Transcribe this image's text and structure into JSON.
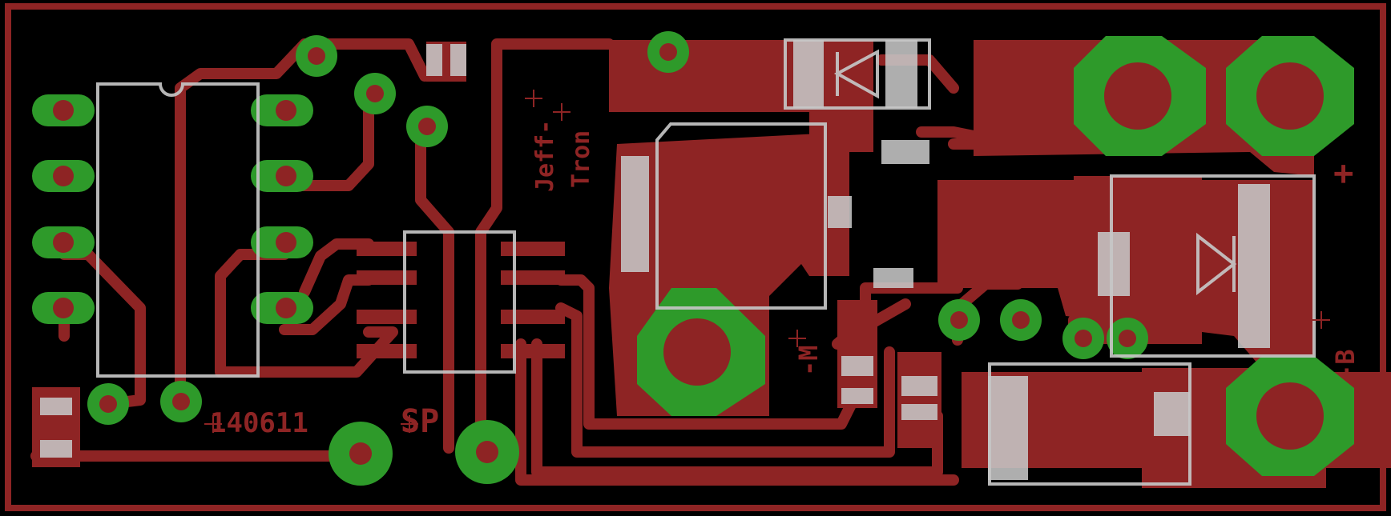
{
  "labels": {
    "maker_line1": "Jeff-",
    "maker_line2": "Tron",
    "date_code": "140611",
    "sp": "SP",
    "motor": "-M",
    "batt_neg": "-B",
    "batt_pos": "+"
  },
  "colors": {
    "background": "#000000",
    "copper": "#8e2424",
    "pad": "#2e9a2a",
    "silkscreen": "#c6c6c6",
    "hole": "#8e2424"
  }
}
